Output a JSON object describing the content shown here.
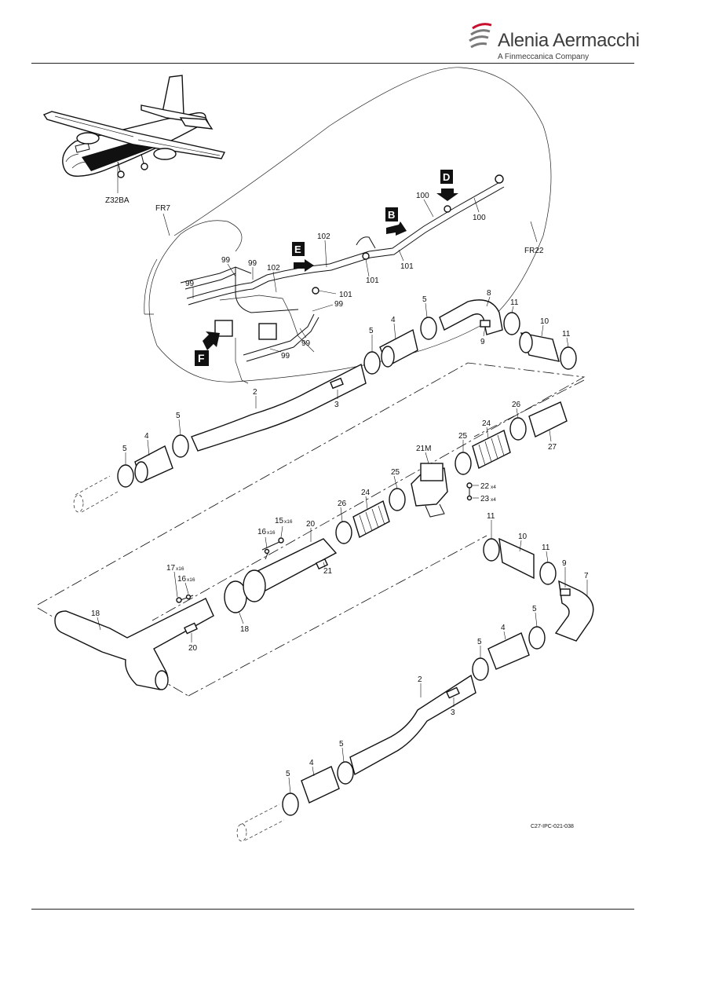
{
  "header": {
    "logo_name": "Alenia Aermacchi",
    "logo_tagline": "A Finmeccanica Company",
    "brand_color": "#c8102e"
  },
  "figure": {
    "drawing_code": "C27-IPC-021-038",
    "zone": "Z32BA",
    "frames": [
      "FR7",
      "FR22"
    ],
    "view_flags": [
      "B",
      "D",
      "E",
      "F"
    ],
    "labels_top": [
      "99",
      "99",
      "102",
      "102",
      "101",
      "101",
      "99",
      "99",
      "100",
      "100",
      "101",
      "99",
      "99"
    ],
    "quantities": {
      "x16": "x16",
      "x4": "x4"
    },
    "item_numbers": {
      "n2": "2",
      "n3": "3",
      "n4": "4",
      "n5": "5",
      "n7": "7",
      "n8": "8",
      "n9": "9",
      "n10": "10",
      "n11": "11",
      "n15": "15",
      "n16": "16",
      "n17": "17",
      "n18": "18",
      "n20": "20",
      "n21": "21",
      "n21M": "21M",
      "n22": "22",
      "n23": "23",
      "n24": "24",
      "n25": "25",
      "n26": "26",
      "n27": "27"
    }
  }
}
